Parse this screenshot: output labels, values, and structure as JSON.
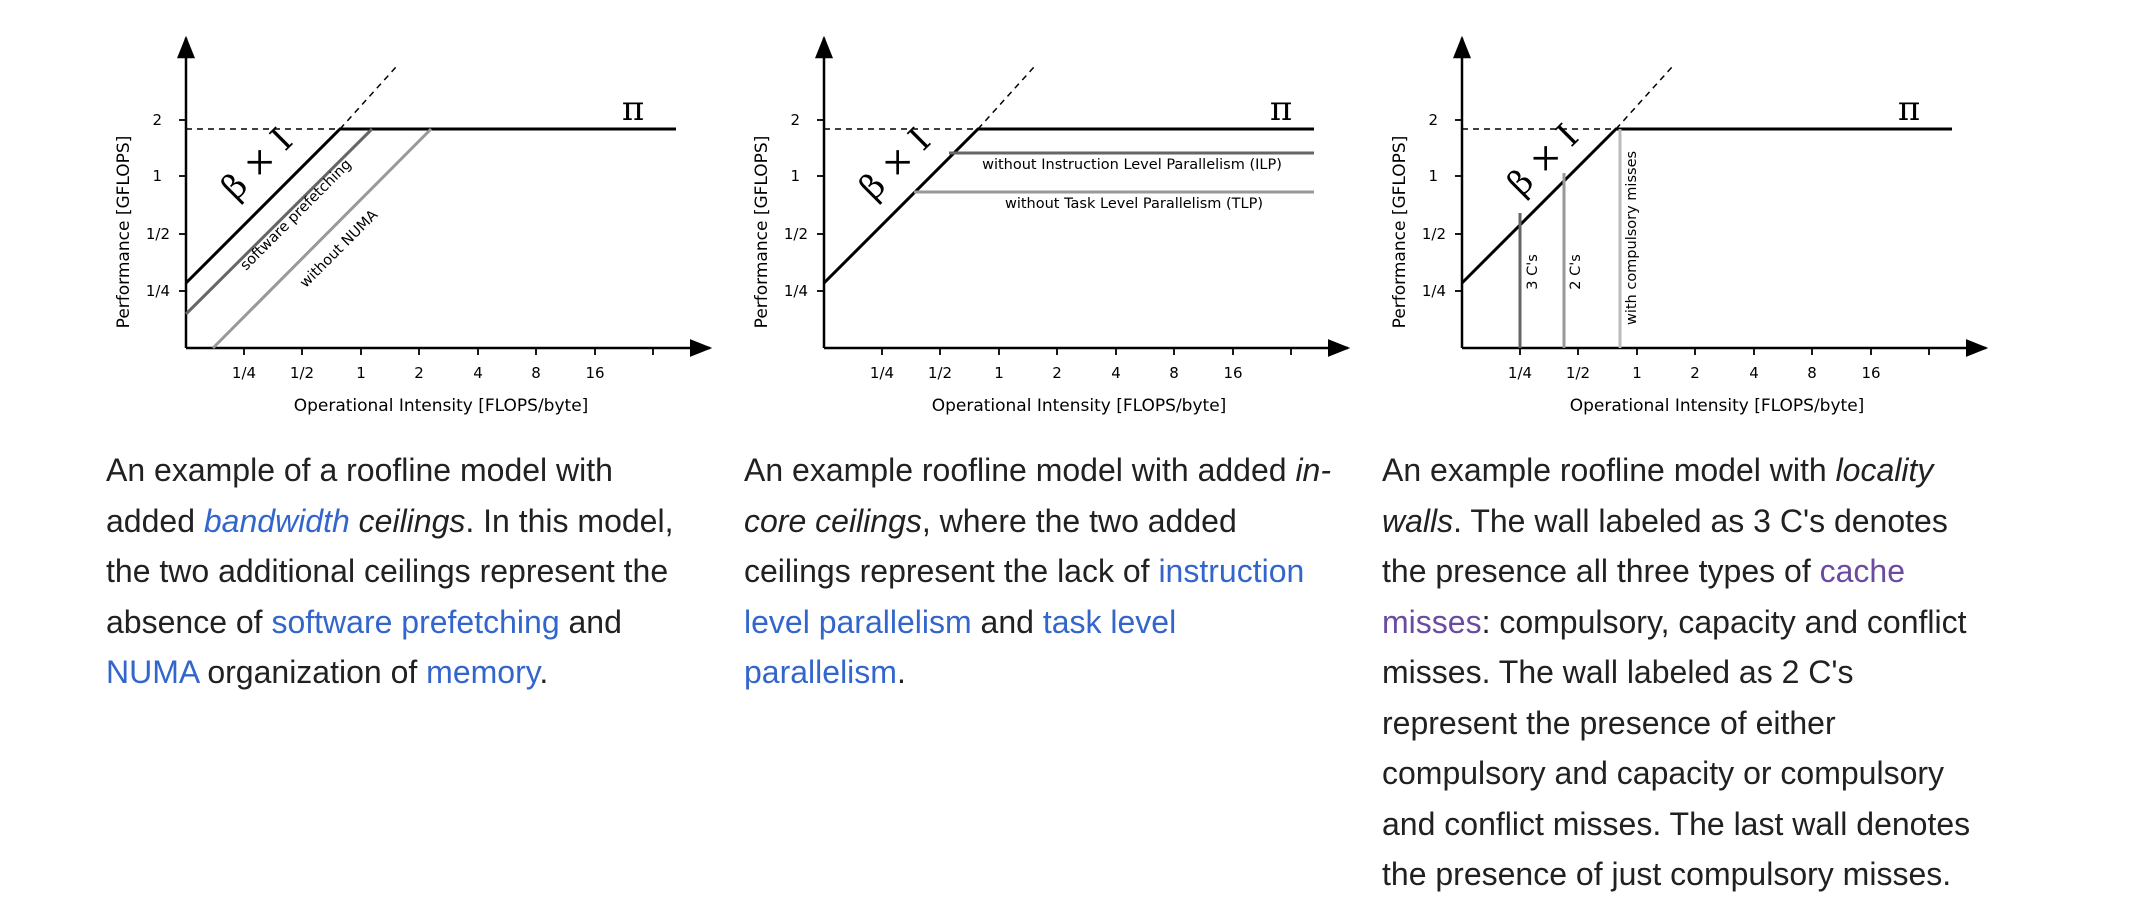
{
  "axes": {
    "y_label": "Performance [GFLOPS]",
    "x_label": "Operational Intensity [FLOPS/byte]",
    "y_ticks": [
      "2",
      "1",
      "1/2",
      "1/4"
    ],
    "x_ticks": [
      "1/4",
      "1/2",
      "1",
      "2",
      "4",
      "8",
      "16"
    ]
  },
  "symbols": {
    "pi": "π",
    "beta_i": "β × I"
  },
  "colors": {
    "text": "#202122",
    "link": "#3366cc",
    "visited_link": "#6b4ba1",
    "roof": "#000000",
    "ceiling_dark": "#666666",
    "ceiling_light": "#999999",
    "wall_light": "#bbbbbb"
  },
  "panels": [
    {
      "labels": {
        "ceiling1": "software prefetching",
        "ceiling2": "without NUMA"
      },
      "caption": {
        "p1": "An example of a roofline model with added ",
        "l1": "bandwidth",
        "p2": " ceilings",
        "p3": ". In this model, the two additional ceilings represent the absence of ",
        "l2": "software prefetching",
        "p4": " and ",
        "l3": "NUMA",
        "p5": " organization of ",
        "l4": "memory",
        "p6": "."
      }
    },
    {
      "labels": {
        "ceiling1": "without Instruction Level Parallelism (ILP)",
        "ceiling2": "without Task Level Parallelism (TLP)"
      },
      "caption": {
        "p1": "An example roofline model with added ",
        "e1": "in-core ceilings",
        "p2": ", where the two added ceilings represent the lack of ",
        "l1": "instruction level parallelism",
        "p3": " and ",
        "l2": "task level parallelism",
        "p4": "."
      }
    },
    {
      "labels": {
        "wall1": "3 C's",
        "wall2": "2 C's",
        "wall3": "with compulsory misses"
      },
      "caption": {
        "p1": "An example roofline model with ",
        "e1": "locality walls",
        "p2": ". The wall labeled as 3 C's denotes the presence all three types of ",
        "l1": "cache misses",
        "p3": ": compulsory, capacity and conflict misses. The wall labeled as 2 C's represent the presence of either compulsory and capacity or compulsory and conflict misses. The last wall denotes the presence of just compulsory misses."
      }
    }
  ]
}
